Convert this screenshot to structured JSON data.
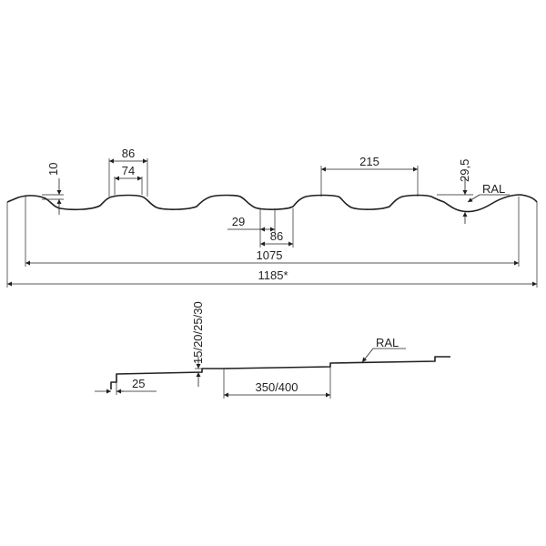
{
  "front_view": {
    "dim_crest_width": "86",
    "dim_crest_inner": "74",
    "dim_left_height": "10",
    "dim_wave_pitch": "215",
    "dim_profile_height": "29,5",
    "finish_label": "RAL",
    "dim_valley_width": "29",
    "dim_valley_outer": "86",
    "dim_effective_width": "1075",
    "dim_total_width": "1185*"
  },
  "side_view": {
    "dim_step_height": "15/20/25/30",
    "finish_label": "RAL",
    "dim_end_length": "25",
    "dim_step_pitch": "350/400"
  }
}
